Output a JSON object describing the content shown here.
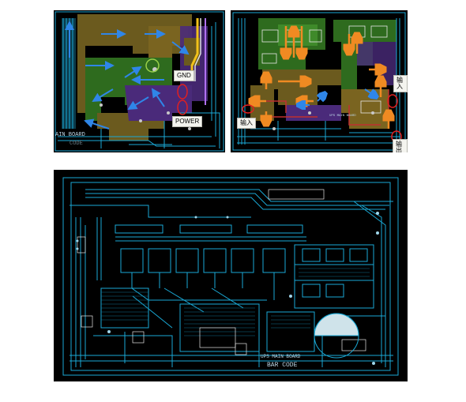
{
  "panels": {
    "p1": {
      "labels": {
        "gnd": "GND",
        "power": "POWER",
        "silk": "AIN BOARD",
        "code": "CODE"
      }
    },
    "p2": {
      "labels": {
        "in1": "输入",
        "in2": "输入",
        "out": "输出",
        "silk": "UPS MAIN BOARD"
      }
    },
    "p3": {
      "labels": {
        "silk": "UPS MAIN BOARD",
        "code": "BAR CODE"
      }
    }
  },
  "colors": {
    "copper_top": "#6b5a1e",
    "copper_inner": "#2e6b1e",
    "copper_purple": "#4a2a7a",
    "trace_cyan": "#1aa9d6",
    "arrow_blue": "#2f86e8",
    "arrow_orange": "#f08a22",
    "mark_red": "#e02020",
    "background": "#000000"
  }
}
